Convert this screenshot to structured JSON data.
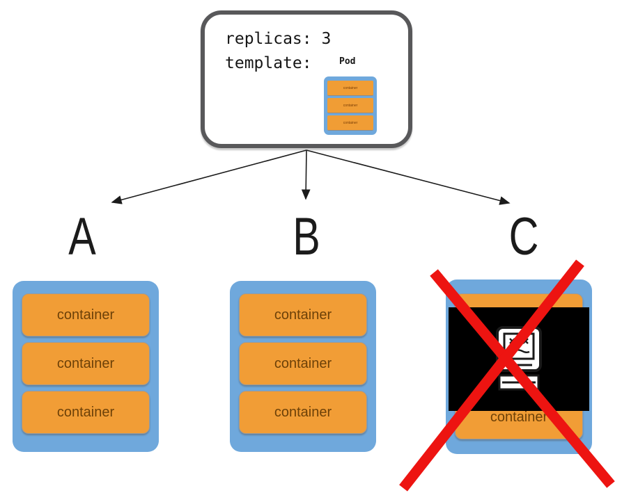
{
  "spec_box": {
    "line1": "replicas: 3",
    "line2": "template:",
    "pod_label": "Pod",
    "mini_containers": [
      "container",
      "container",
      "container"
    ]
  },
  "replicas": [
    {
      "label": "A",
      "status": "running",
      "containers": [
        "container",
        "container",
        "container"
      ]
    },
    {
      "label": "B",
      "status": "running",
      "containers": [
        "container",
        "container",
        "container"
      ]
    },
    {
      "label": "C",
      "status": "failed",
      "containers": [
        "container",
        "container",
        "container"
      ]
    }
  ],
  "icons": {
    "failed_pod": "crashed-computer-icon"
  },
  "colors": {
    "pod_fill": "#6fa8dc",
    "container_fill": "#f19d36",
    "container_text": "#6d4108",
    "spec_border": "#58585a",
    "arrow": "#1b1b1b",
    "failure_cross": "#ed1411",
    "crash_background": "#000000"
  }
}
